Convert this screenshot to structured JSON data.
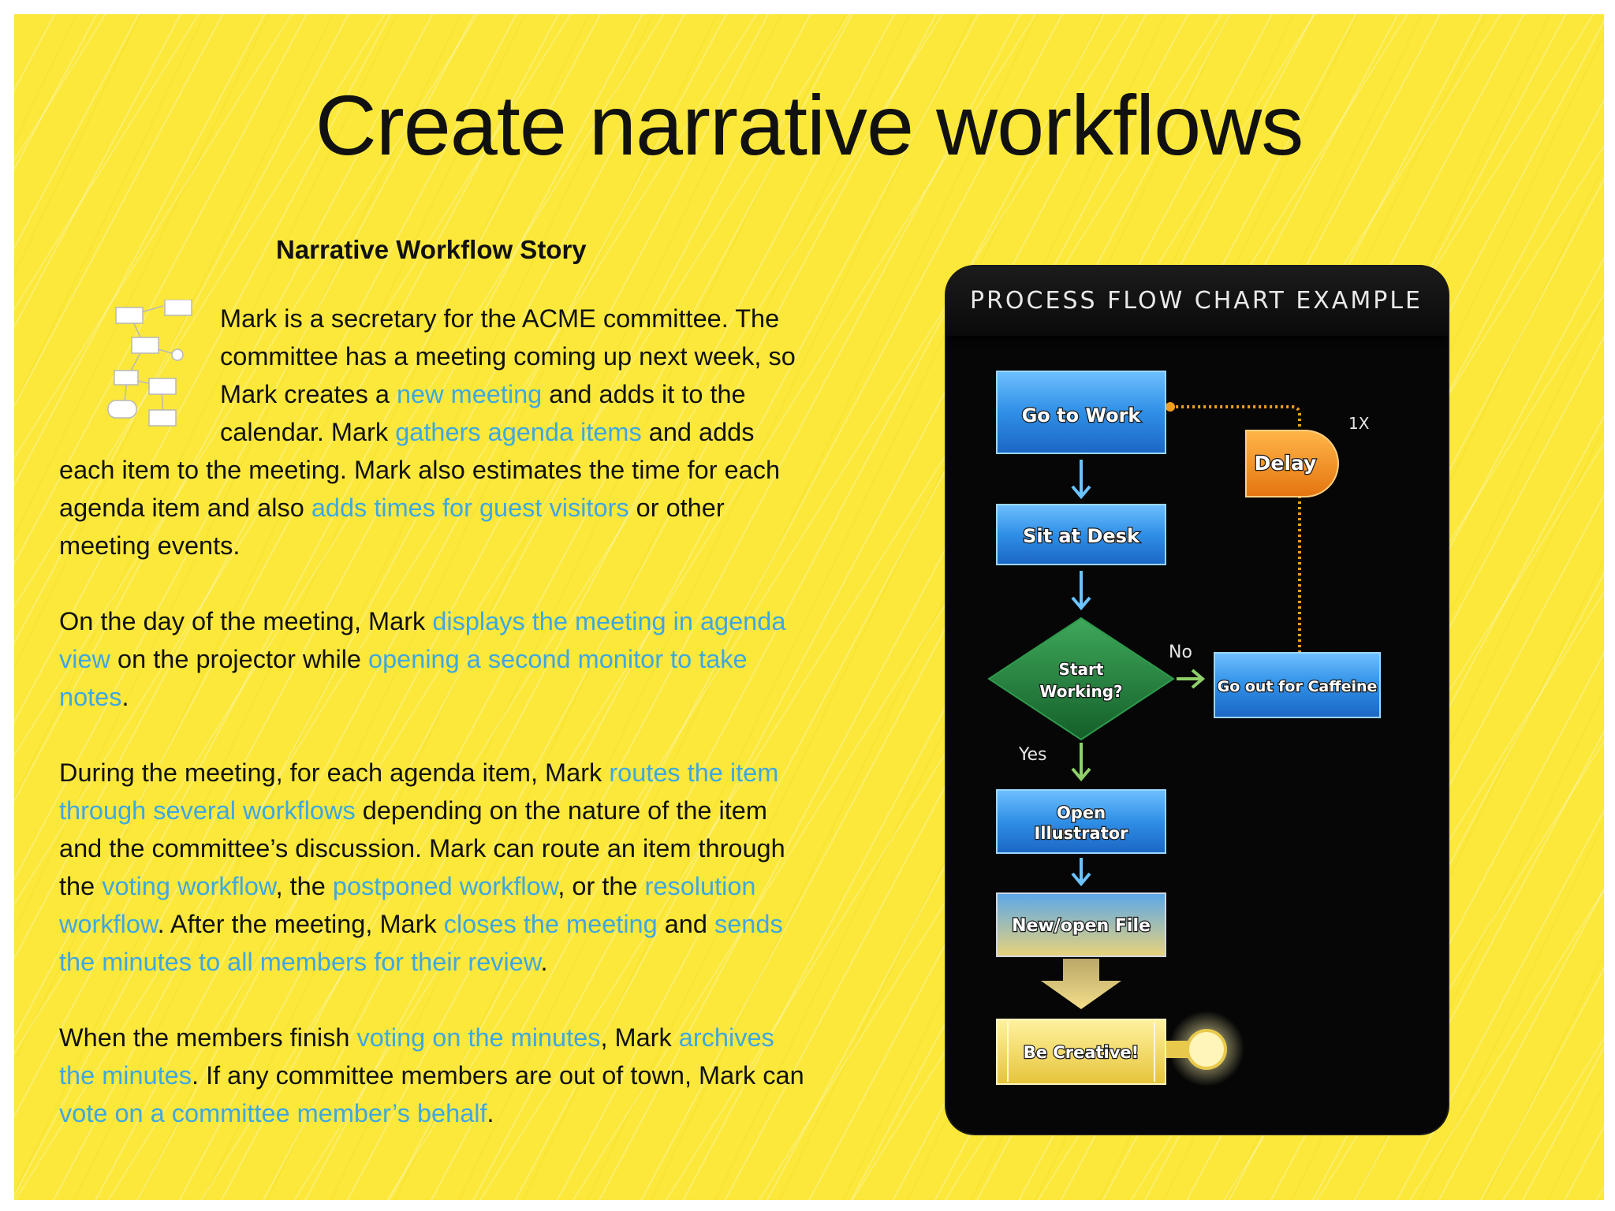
{
  "title": "Create narrative workflows",
  "story": {
    "heading": "Narrative Workflow Story",
    "paragraphs": [
      [
        {
          "t": "Mark is a secretary for the ACME committee. The committee has a meeting coming up next week, so Mark creates a "
        },
        {
          "t": "new meeting",
          "link": true
        },
        {
          "t": " and adds it to the calendar. Mark "
        },
        {
          "t": "gathers agenda items",
          "link": true
        },
        {
          "t": " and adds each item to the meeting. Mark also estimates the time for each agenda item and also "
        },
        {
          "t": "adds times for guest visitors",
          "link": true
        },
        {
          "t": " or other meeting events."
        }
      ],
      [
        {
          "t": "On the day of the meeting, Mark "
        },
        {
          "t": "displays the meeting in agenda view",
          "link": true
        },
        {
          "t": " on the projector while "
        },
        {
          "t": "opening a second monitor to take notes",
          "link": true
        },
        {
          "t": "."
        }
      ],
      [
        {
          "t": "During the meeting, for each agenda item, Mark "
        },
        {
          "t": "routes the item through several workflows",
          "link": true
        },
        {
          "t": " depending on the nature of the item and the committee’s discussion. Mark can route an item through the "
        },
        {
          "t": "voting workflow",
          "link": true
        },
        {
          "t": ", the "
        },
        {
          "t": "postponed workflow",
          "link": true
        },
        {
          "t": ", or the "
        },
        {
          "t": "resolution workflow",
          "link": true
        },
        {
          "t": ". After the meeting, Mark "
        },
        {
          "t": "closes the meeting",
          "link": true
        },
        {
          "t": " and "
        },
        {
          "t": "sends the minutes to all members for their review",
          "link": true
        },
        {
          "t": "."
        }
      ],
      [
        {
          "t": "When the members finish "
        },
        {
          "t": "voting on the minutes",
          "link": true
        },
        {
          "t": ", Mark "
        },
        {
          "t": "archives the minutes",
          "link": true
        },
        {
          "t": ". If any committee members are out of town, Mark can "
        },
        {
          "t": "vote on a committee member’s behalf",
          "link": true
        },
        {
          "t": "."
        }
      ]
    ]
  },
  "flowchart": {
    "title": "PROCESS FLOW CHART EXAMPLE",
    "nodes": {
      "go_to_work": "Go to Work",
      "sit_at_desk": "Sit at Desk",
      "decision_line1": "Start",
      "decision_line2": "Working?",
      "caffeine": "Go out for Caffeine",
      "delay": "Delay",
      "illustrator_line1": "Open",
      "illustrator_line2": "Illustrator",
      "new_file": "New/open File",
      "creative": "Be Creative!"
    },
    "edge_labels": {
      "no": "No",
      "yes": "Yes",
      "repeat": "1X"
    },
    "colors": {
      "blue": "#2f8fe6",
      "green": "#1f7a3a",
      "orange": "#f08a1c",
      "yellow": "#f2d65a",
      "dotted": "#f0a020",
      "arrow_blue": "#6cc3ff",
      "arrow_green": "#8fd06a"
    }
  }
}
